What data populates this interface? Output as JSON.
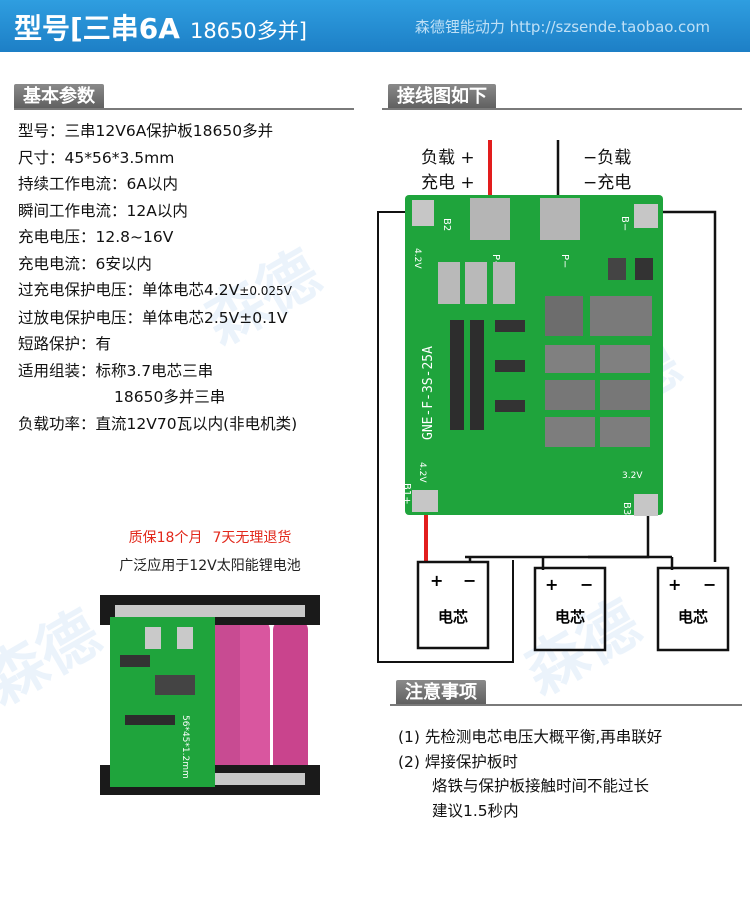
{
  "header": {
    "title": "型号[三串6A",
    "title_small": "18650多并]",
    "shop": "森德锂能动力  http://szsende.taobao.com"
  },
  "sections": {
    "params_tag": "基本参数",
    "wiring_tag": "接线图如下",
    "notes_tag": "注意事项"
  },
  "params": [
    {
      "label": "型号：",
      "value": "三串12V6A保护板18650多并"
    },
    {
      "label": "尺寸：",
      "value": "45*56*3.5mm"
    },
    {
      "label": "持续工作电流：",
      "value": "6A以内"
    },
    {
      "label": "瞬间工作电流：",
      "value": "12A以内"
    },
    {
      "label": "充电电压：",
      "value": "12.8~16V"
    },
    {
      "label": "充电电流：",
      "value": "6安以内"
    },
    {
      "label": "过充电保护电压：",
      "value": "单体电芯4.2V",
      "sub": "±0.025V"
    },
    {
      "label": "过放电保护电压：",
      "value": "单体电芯2.5V±0.1V"
    },
    {
      "label": "短路保护：",
      "value": "有"
    },
    {
      "label": "适用组装：",
      "value": "标称3.7电芯三串"
    },
    {
      "label": "",
      "value": "18650多并三串"
    },
    {
      "label": "负载功率：",
      "value": "直流12V70瓦以内(非电机类)"
    }
  ],
  "product": {
    "warranty": "质保18个月",
    "return": "7天无理退货",
    "application": "广泛应用于12V太阳能锂电池"
  },
  "diagram": {
    "load_pos": "负载 +",
    "charge_pos": "充电 +",
    "load_neg": "−负载",
    "charge_neg": "−充电",
    "board_model": "GNE-F-3S-25A",
    "pad_b2": "B2",
    "pad_p_plus": "P+",
    "pad_p_minus": "P−",
    "pad_b_minus": "B−",
    "pad_b1": "B1+",
    "pad_b3": "B3",
    "lbl_42v_top": "4.2V",
    "lbl_42v_left": "4.2V",
    "lbl_32v": "3.2V",
    "battery_label": "电芯",
    "battery_plus": "+",
    "battery_minus": "−"
  },
  "notes": [
    "(1) 先检测电芯电压大概平衡,再串联好",
    "(2) 焊接保护板时",
    "烙铁与保护板接触时间不能过长",
    "建议1.5秒内"
  ],
  "colors": {
    "header": "#1d7fc6",
    "pcb": "#1fa43c",
    "red_wire": "#e21d1d",
    "battery_pink": "#d9569f"
  }
}
